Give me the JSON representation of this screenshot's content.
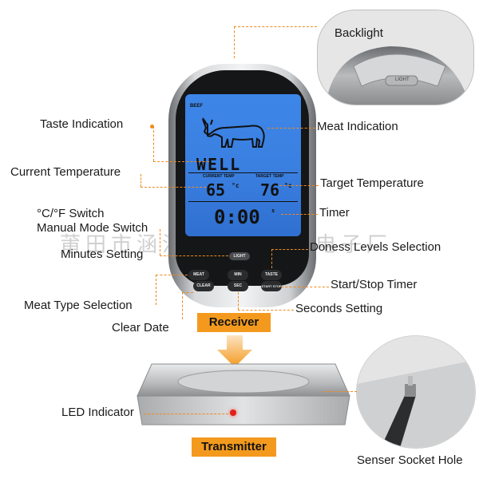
{
  "callouts": {
    "backlight": "Backlight",
    "taste_indication": "Taste Indication",
    "meat_indication": "Meat Indication",
    "current_temperature": "Current Temperature",
    "target_temperature": "Target Temperature",
    "cf_switch": "°C/°F Switch",
    "manual_mode_switch": "Manual Mode Switch",
    "timer": "Timer",
    "minutes_setting": "Minutes Setting",
    "doneness_levels_selection": "Doness Levels Selection",
    "start_stop_timer": "Start/Stop Timer",
    "meat_type_selection": "Meat Type Selection",
    "seconds_setting": "Seconds Setting",
    "clear_date": "Clear Date",
    "led_indicator": "LED Indicator",
    "senser_socket_hole": "Senser  Socket Hole"
  },
  "banners": {
    "receiver": "Receiver",
    "transmitter": "Transmitter"
  },
  "display": {
    "meat_label": "BEEF",
    "doneness": "WELL",
    "current_temp_label": "CURRENT TEMP",
    "target_temp_label": "TARGET TEMP",
    "current_temp": "65",
    "target_temp": "76",
    "unit": "°c",
    "timer": "0:00",
    "timer_suffix": "s"
  },
  "buttons": {
    "light": "LIGHT",
    "meat": "MEAT",
    "clear": "CLEAR",
    "min": "MIN",
    "sec": "SEC",
    "taste": "TASTE",
    "start_stop": "START STOP",
    "inset_light": "LIGHT"
  },
  "watermark": "莆田市涵江区江口隆旺电子厂",
  "colors": {
    "accent_orange": "#f39a1e",
    "lcd_blue": "#3d86e8",
    "led_red": "#e0201a"
  }
}
